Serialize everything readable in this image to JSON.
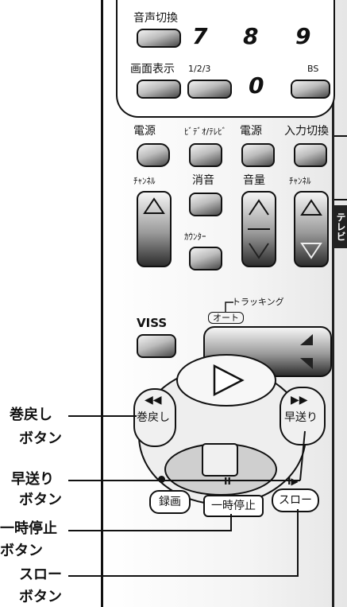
{
  "top_keys": {
    "audio_switch": "音声切換",
    "screen_display": "画面表示",
    "keyboard_label": "1/2/3",
    "bs": "BS",
    "num7": "7",
    "num8": "8",
    "num9": "9",
    "num0": "0"
  },
  "row_power": {
    "power1": "電源",
    "video_tv": "ﾋﾞﾃﾞｵ/ﾃﾚﾋﾞ",
    "power2": "電源",
    "input_switch": "入力切換"
  },
  "row_channel": {
    "channel_left": "ﾁｬﾝﾈﾙ",
    "mute": "消音",
    "volume": "音量",
    "channel_right": "ﾁｬﾝﾈﾙ",
    "counter": "ｶｳﾝﾀｰ"
  },
  "tracking": {
    "tracking_label": "トラッキング",
    "auto_label": "オート",
    "viss": "VISS"
  },
  "side_tab": "テレビ",
  "transport": {
    "rewind_inner": "巻戻し",
    "ff_inner": "早送り",
    "record": "録画",
    "pause": "一時停止",
    "slow": "スロー"
  },
  "callouts": {
    "rewind_1": "巻戻し",
    "rewind_2": "ボタン",
    "ff_1": "早送り",
    "ff_2": "ボタン",
    "pause_1": "一時停止",
    "pause_2": "ボタン",
    "slow_1": "スロー",
    "slow_2": "ボタン"
  }
}
